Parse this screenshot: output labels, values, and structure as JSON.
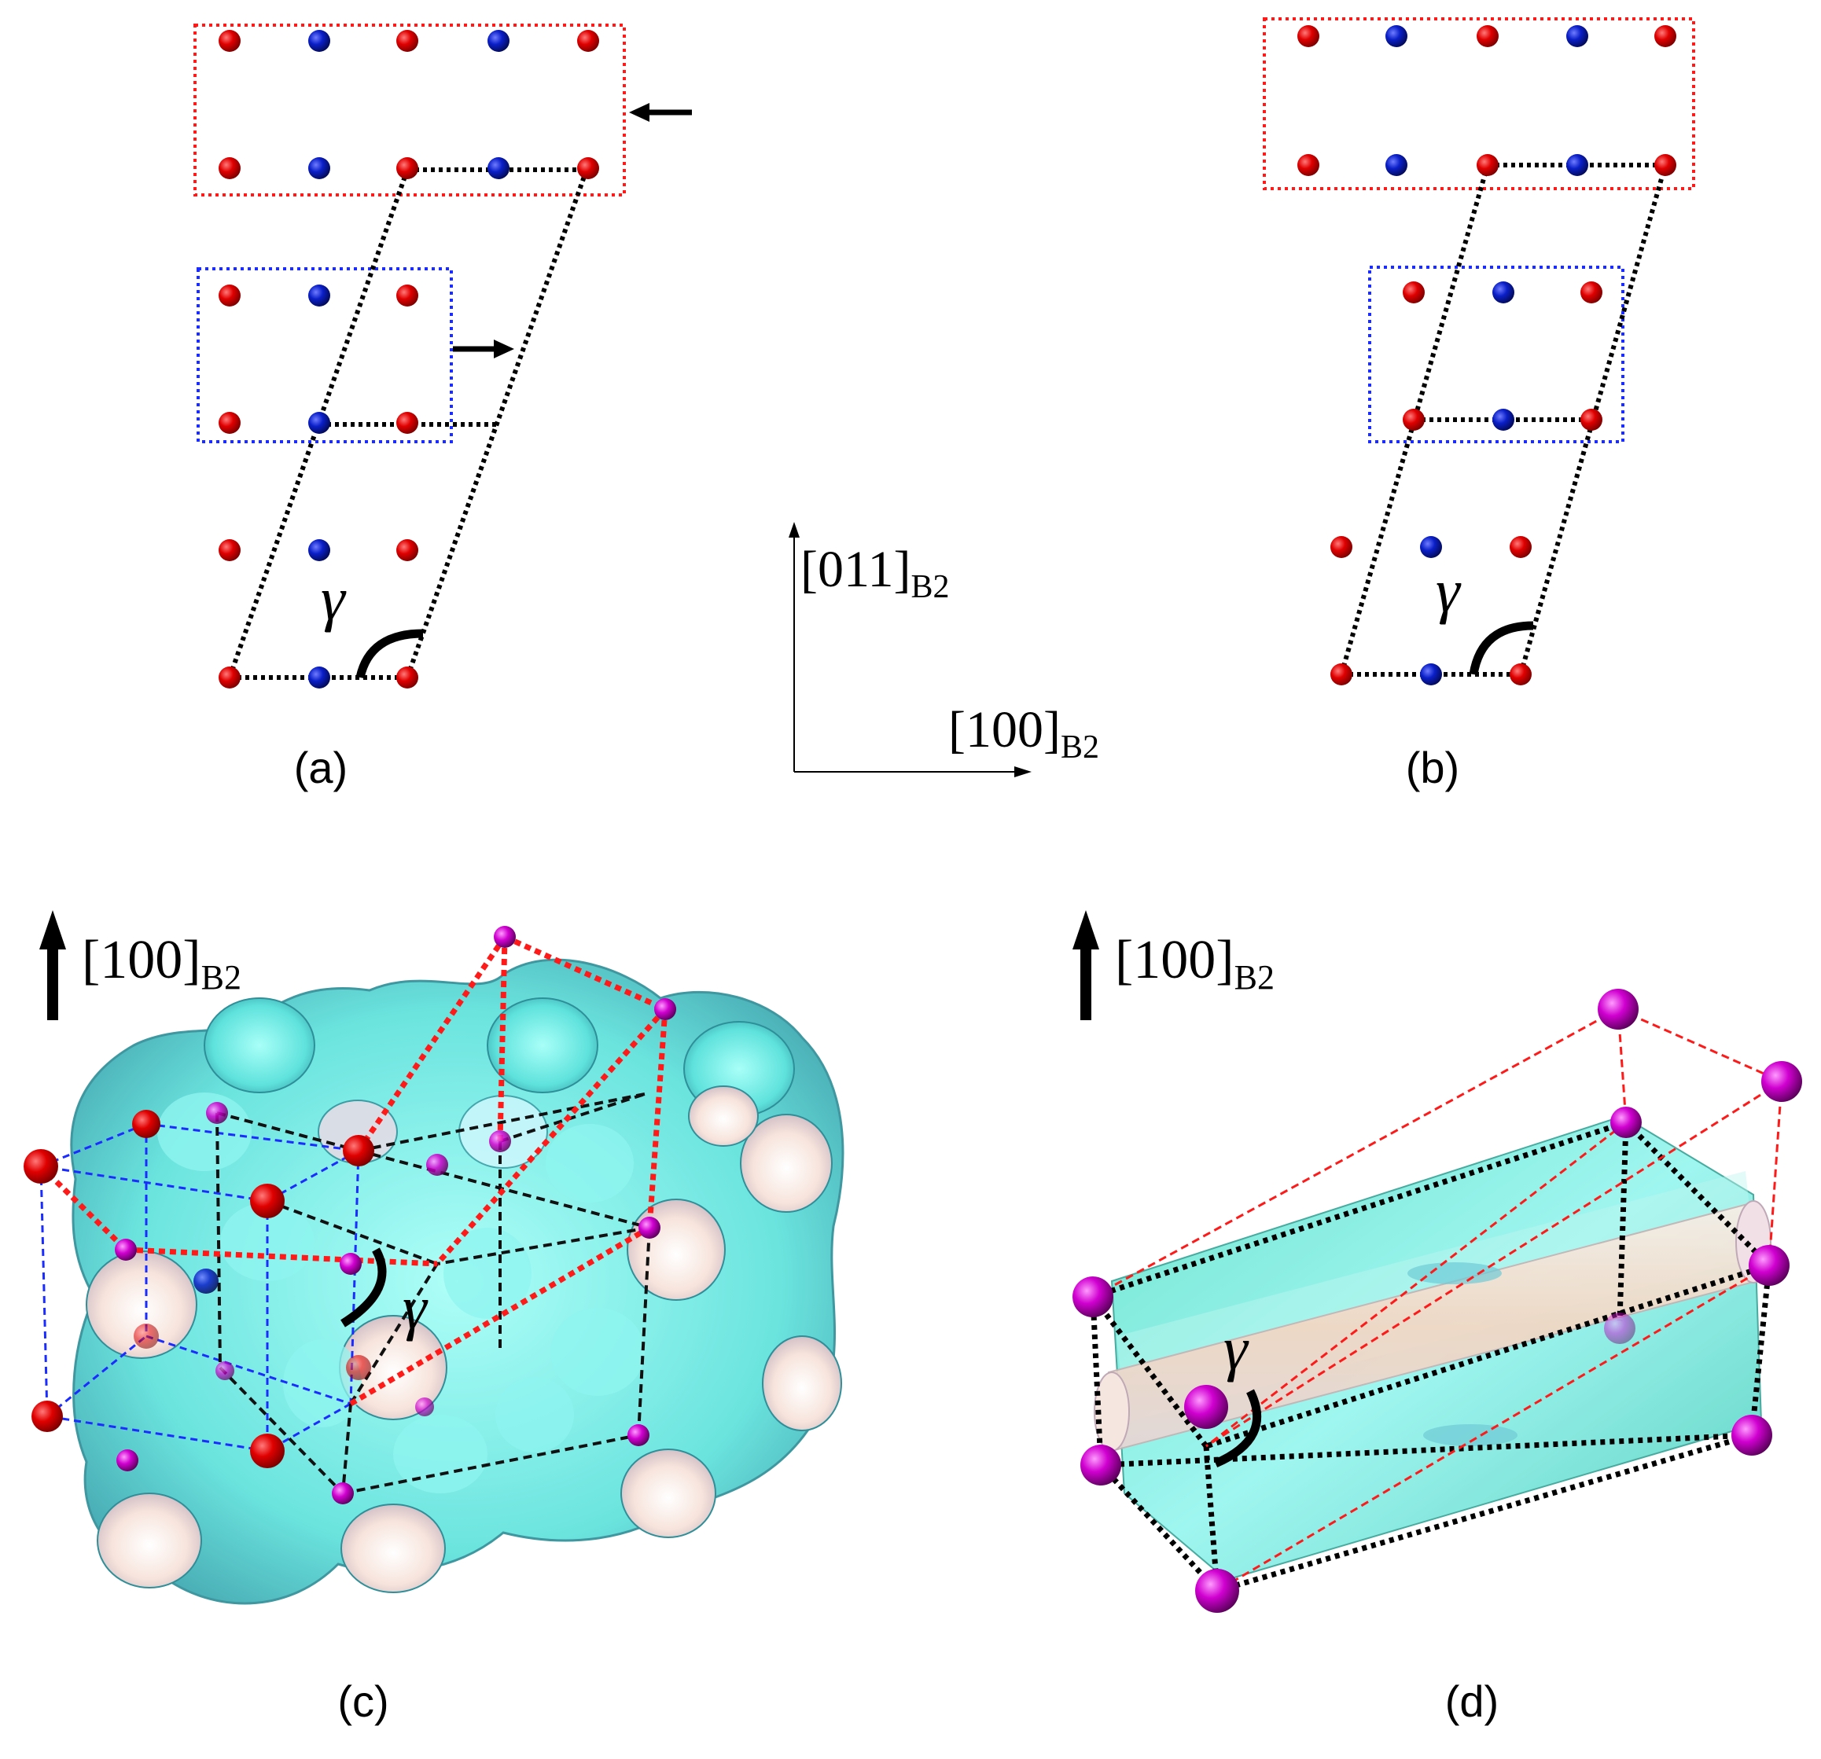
{
  "panels": {
    "a": {
      "label": "(a)",
      "angle_symbol": "γ"
    },
    "b": {
      "label": "(b)",
      "angle_symbol": "γ"
    },
    "c": {
      "label": "(c)",
      "angle_symbol": "γ",
      "axis_label": "[100]",
      "axis_subscript": "B2"
    },
    "d": {
      "label": "(d)",
      "angle_symbol": "γ",
      "axis_label": "[100]",
      "axis_subscript": "B2"
    }
  },
  "axes": {
    "vertical_label": "[011]",
    "vertical_subscript": "B2",
    "horizontal_label": "[100]",
    "horizontal_subscript": "B2"
  },
  "colors": {
    "atom_red": "#e00000",
    "atom_blue": "#0a1fc8",
    "atom_magenta": "#d000d0",
    "box_red": "#ff1a1a",
    "box_blue": "#1a2cff",
    "surface_cyan": "#6ee8e0",
    "surface_inner": "#f2d8cc"
  }
}
